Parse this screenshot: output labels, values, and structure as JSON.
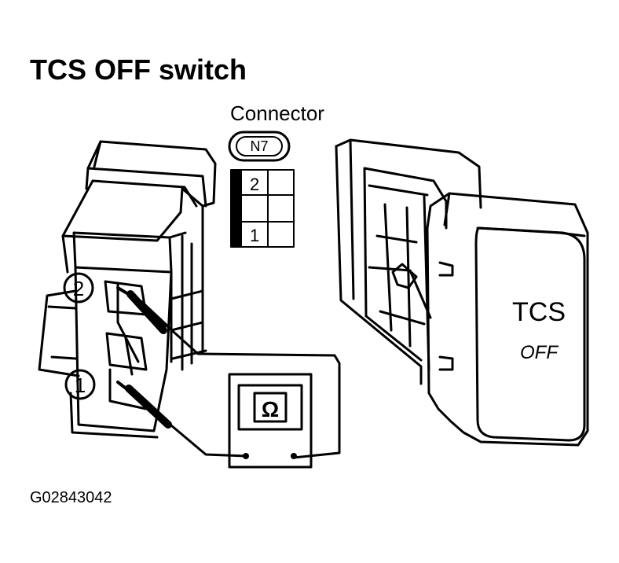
{
  "title": "TCS OFF switch",
  "connector": {
    "label": "Connector",
    "id": "N7",
    "terminals": [
      "2",
      "1"
    ]
  },
  "probe_terminals": [
    "2",
    "1"
  ],
  "meter_symbol": "Ω",
  "switch_face": {
    "line1": "TCS",
    "line2": "OFF"
  },
  "figure_code": "G02843042",
  "colors": {
    "ink": "#000000",
    "background": "#ffffff"
  }
}
